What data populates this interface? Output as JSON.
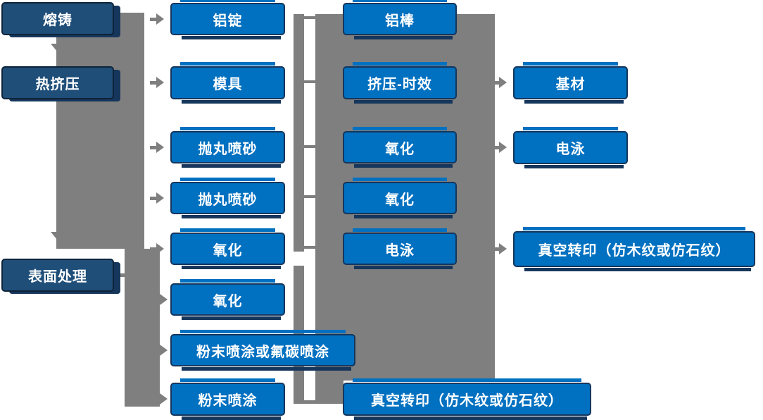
{
  "colors": {
    "box-blue": "#0070C0",
    "box-dark-blue": "#1F4E79",
    "connector-gray": "#7F7F7F",
    "border-navy": "#16365C",
    "text-white": "#FFFFFF"
  },
  "stage_column": [
    "熔铸",
    "热挤压",
    "表面处理"
  ],
  "column2": [
    "铝锭",
    "模具",
    "抛丸喷砂",
    "抛丸喷砂",
    "氧化",
    "氧化",
    "粉末喷涂或氟碳喷涂",
    "粉末喷涂"
  ],
  "column3": [
    "铝棒",
    "挤压-时效",
    "氧化",
    "氧化",
    "电泳"
  ],
  "column4": [
    "基材",
    "电泳",
    "真空转印（仿木纹或仿石纹）"
  ],
  "bottom_node": "真空转印（仿木纹或仿石纹）"
}
